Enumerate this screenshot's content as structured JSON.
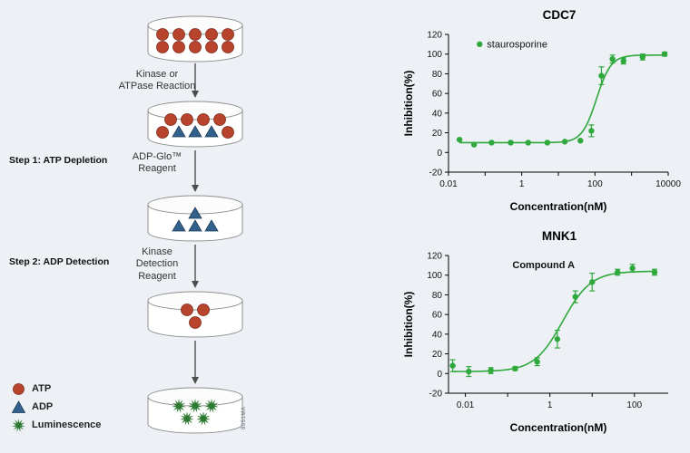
{
  "background": "#edf1f5",
  "diagram": {
    "step_labels": [
      "Step 1: ATP Depletion",
      "Step 2: ADP Detection"
    ],
    "arrow_labels": [
      {
        "lines": [
          "Kinase or",
          "ATPase Reaction",
          ""
        ]
      },
      {
        "lines": [
          "ADP-Glo™",
          "Reagent",
          ""
        ]
      },
      {
        "lines": [
          "Kinase",
          "Detection",
          "Reagent"
        ]
      }
    ],
    "legend": [
      {
        "icon": "atp-circle-icon",
        "label": "ATP"
      },
      {
        "icon": "adp-triangle-icon",
        "label": "ADP"
      },
      {
        "icon": "luminescence-burst-icon",
        "label": "Luminescence"
      }
    ],
    "watermark": "8051MA",
    "colors": {
      "atp": "#b8442e",
      "atp_stroke": "#7e2b1c",
      "adp": "#33608c",
      "adp_stroke": "#1e3c5a",
      "lum": "#2f7a33",
      "dish_fill": "#ffffff",
      "dish_stroke": "#8f8f8f",
      "arrow": "#4d4d4d"
    },
    "dishes": [
      {
        "name": "atp-substrate-plate",
        "rows": [
          "ccccc",
          "ccccc"
        ]
      },
      {
        "name": "kinase-reaction-plate",
        "rows": [
          "cccc",
          "ctttc"
        ]
      },
      {
        "name": "adp-only-plate",
        "rows": [
          "t",
          "ttt"
        ]
      },
      {
        "name": "atp-regenerated-plate",
        "rows": [
          "cc",
          "c"
        ]
      },
      {
        "name": "luminescence-plate",
        "rows": [
          "bbb",
          "bb"
        ]
      }
    ]
  },
  "chart_data": [
    {
      "type": "scatter",
      "title": "CDC7",
      "xlabel": "Concentration(nM)",
      "ylabel": "Inhibition(%)",
      "color": "#2fa83c",
      "x_log_range": [
        -2,
        4
      ],
      "x_tick_exponents": [
        -2,
        -1,
        0,
        1,
        2,
        3,
        4
      ],
      "x_label_exponents": [
        -2,
        0,
        2,
        4
      ],
      "ylim": [
        -20,
        120
      ],
      "y_tick_step": 20,
      "legend": {
        "label": "staurosporine",
        "x_exp": -1.15,
        "y": 110
      },
      "curve": {
        "model": "4PL",
        "bottom": 10,
        "top": 99,
        "ec50": 110,
        "hill": 2.2
      },
      "points_format": [
        "x_nM",
        "inhibition_pct",
        "error_pct"
      ],
      "points": [
        [
          0.02,
          13,
          0
        ],
        [
          0.05,
          8,
          0
        ],
        [
          0.15,
          10,
          0
        ],
        [
          0.5,
          10,
          0
        ],
        [
          1.5,
          10,
          0
        ],
        [
          5,
          10,
          0
        ],
        [
          15,
          11,
          0
        ],
        [
          40,
          12,
          0
        ],
        [
          80,
          22,
          6
        ],
        [
          150,
          78,
          9
        ],
        [
          300,
          95,
          4
        ],
        [
          600,
          93,
          3
        ],
        [
          2000,
          97,
          3
        ],
        [
          8000,
          100,
          2
        ]
      ]
    },
    {
      "type": "scatter",
      "title": "MNK1",
      "xlabel": "Concentration(nM)",
      "ylabel": "Inhibition(%)",
      "color": "#2fa83c",
      "x_log_range": [
        -2.4,
        2.8
      ],
      "x_tick_exponents": [
        -2,
        -1,
        0,
        1,
        2
      ],
      "x_label_exponents": [
        -2,
        0,
        2
      ],
      "ylim": [
        -20,
        120
      ],
      "y_tick_step": 20,
      "annotation": {
        "label": "Compound A",
        "x_exp": -0.15,
        "y": 107
      },
      "curve": {
        "model": "4PL",
        "bottom": 2,
        "top": 104,
        "ec50": 2.0,
        "hill": 1.3
      },
      "points_format": [
        "x_nM",
        "inhibition_pct",
        "error_pct"
      ],
      "points": [
        [
          0.005,
          8,
          6
        ],
        [
          0.012,
          2,
          5
        ],
        [
          0.04,
          3,
          3
        ],
        [
          0.15,
          5,
          2
        ],
        [
          0.5,
          12,
          4
        ],
        [
          1.5,
          35,
          9
        ],
        [
          4,
          78,
          6
        ],
        [
          10,
          93,
          9
        ],
        [
          40,
          103,
          3
        ],
        [
          90,
          107,
          4
        ],
        [
          300,
          103,
          3
        ]
      ]
    }
  ]
}
